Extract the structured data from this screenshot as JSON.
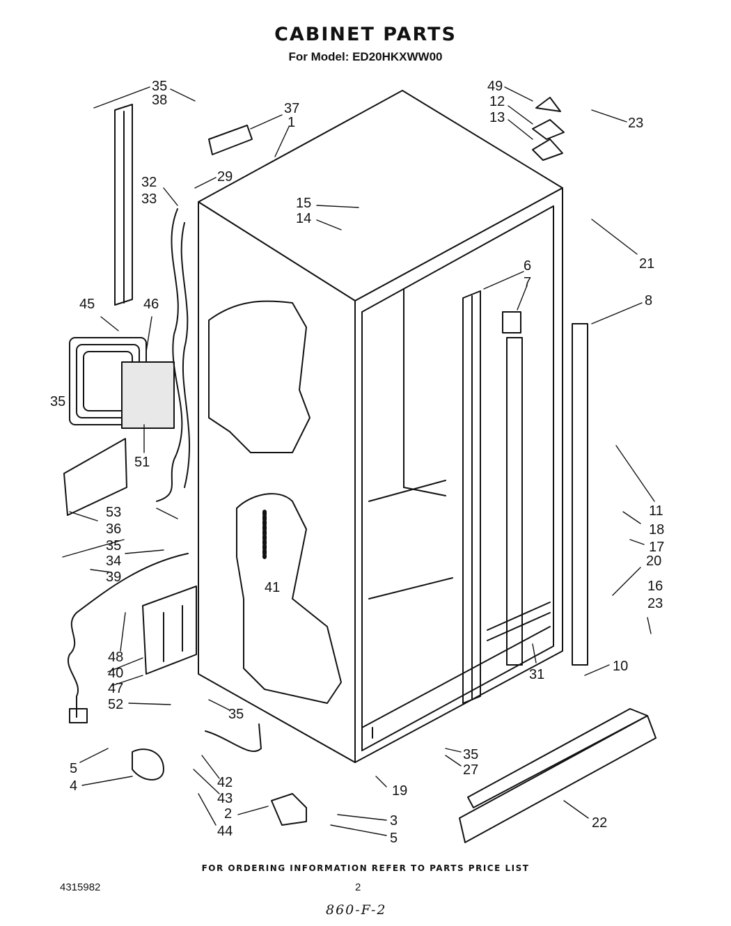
{
  "header": {
    "title": "CABINET PARTS",
    "model_line": "For Model: ED20HKXWW00"
  },
  "callouts": [
    "35",
    "38",
    "37",
    "1",
    "49",
    "12",
    "13",
    "23",
    "29",
    "32",
    "33",
    "15",
    "14",
    "21",
    "6",
    "7",
    "8",
    "45",
    "46",
    "35",
    "11",
    "18",
    "17",
    "51",
    "53",
    "36",
    "35",
    "34",
    "39",
    "41",
    "20",
    "16",
    "23",
    "48",
    "40",
    "47",
    "52",
    "35",
    "31",
    "10",
    "5",
    "4",
    "42",
    "43",
    "44",
    "2",
    "3",
    "5",
    "19",
    "35",
    "27",
    "22"
  ],
  "footer": {
    "ordering_note": "FOR ORDERING INFORMATION REFER TO PARTS PRICE LIST",
    "document_number": "4315982",
    "page_number": "2",
    "handwritten_note": "860-F-2"
  }
}
